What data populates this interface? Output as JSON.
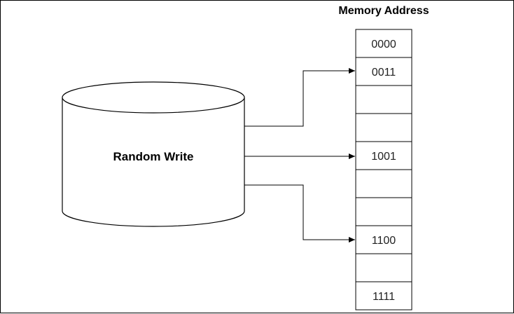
{
  "diagram": {
    "title": "Memory  Address",
    "storage_label": "Random Write",
    "memory_cells": [
      "0000",
      "0011",
      "",
      "",
      "1001",
      "",
      "",
      "1100",
      "",
      "1111"
    ],
    "arrow_targets": [
      1,
      4,
      7
    ],
    "colors": {
      "stroke": "#000000",
      "fill": "#ffffff",
      "text": "#222222"
    }
  }
}
